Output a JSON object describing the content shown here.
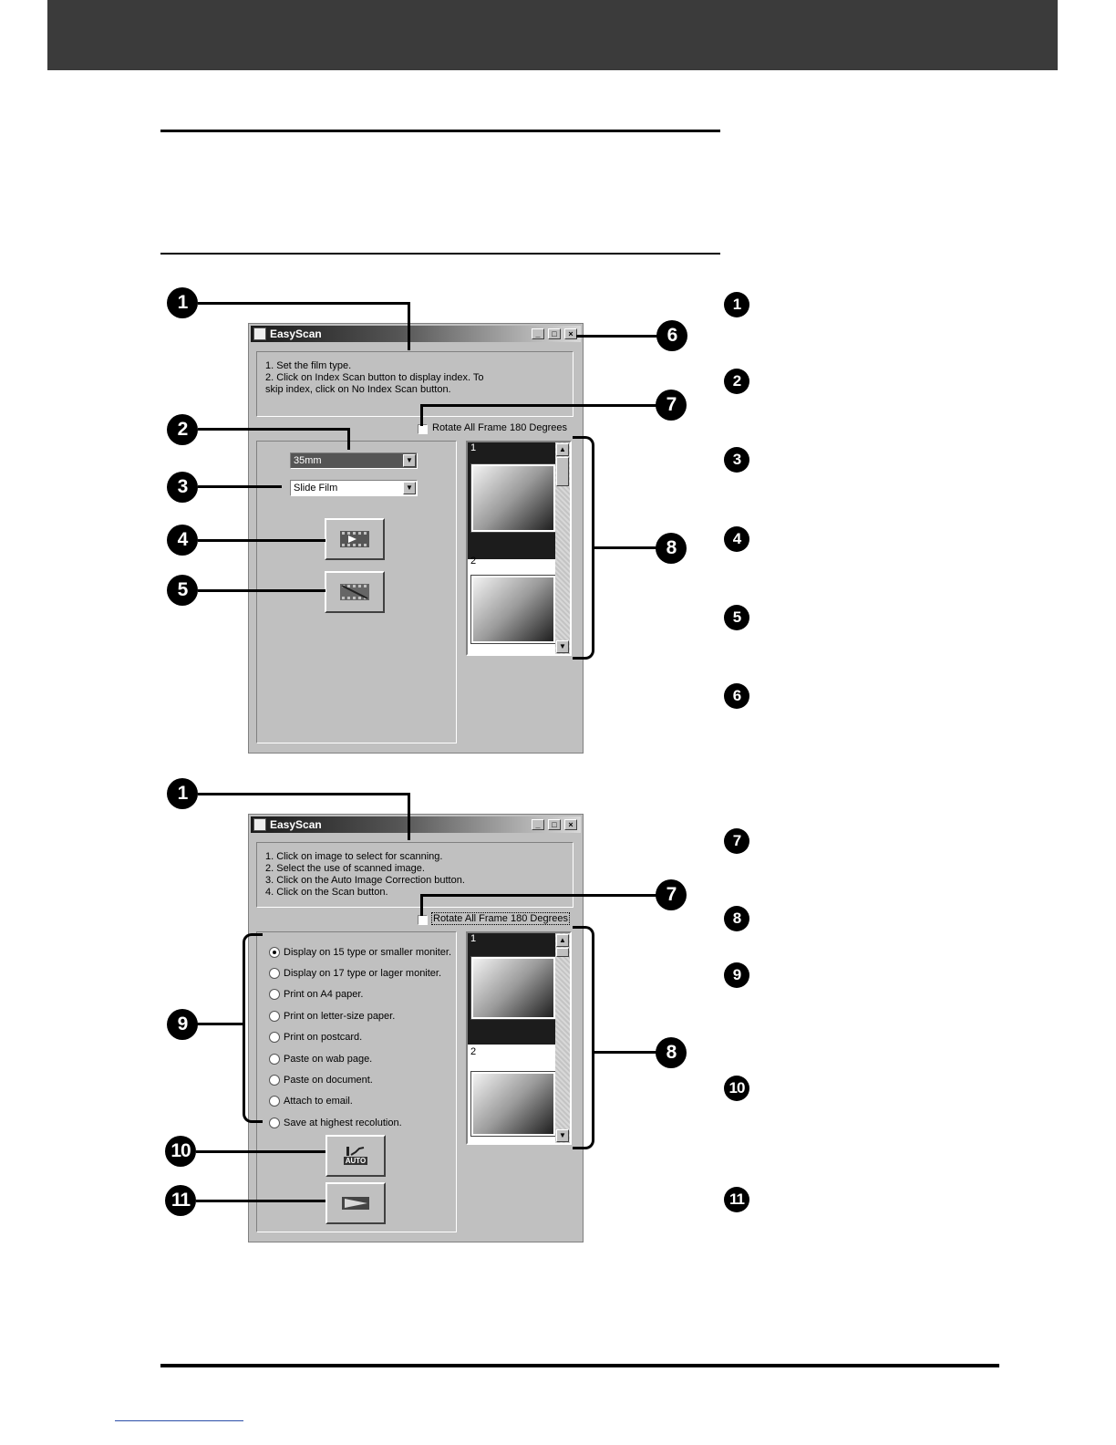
{
  "window": {
    "title": "EasyScan",
    "min": "_",
    "max": "□",
    "close": "×"
  },
  "screen1": {
    "instructions": [
      "1. Set the film type.",
      "2. Click on Index Scan button to display index. To",
      "skip index, click on No Index Scan button."
    ],
    "rotate_label": "Rotate All Frame 180 Degrees",
    "film_format": "35mm",
    "film_type": "Slide Film",
    "frames": [
      "1",
      "2"
    ]
  },
  "screen2": {
    "instructions": [
      "1. Click on image to select for scanning.",
      "2. Select the use of scanned image.",
      "3. Click on the Auto Image Correction button.",
      "4. Click on the Scan button."
    ],
    "rotate_label": "Rotate All Frame 180 Degrees",
    "options": [
      "Display on 15 type or smaller moniter.",
      "Display on 17 type or lager moniter.",
      "Print on A4 paper.",
      "Print on letter-size paper.",
      "Print on postcard.",
      "Paste on wab page.",
      "Paste on document.",
      "Attach to email.",
      "Save at highest recolution."
    ],
    "selected_option": 0,
    "auto_label": "AUTO",
    "frames": [
      "1",
      "2"
    ]
  },
  "callouts": {
    "c1": "1",
    "c2": "2",
    "c3": "3",
    "c4": "4",
    "c5": "5",
    "c6": "6",
    "c7": "7",
    "c8": "8",
    "c9": "9",
    "c10": "10",
    "c11": "11"
  }
}
